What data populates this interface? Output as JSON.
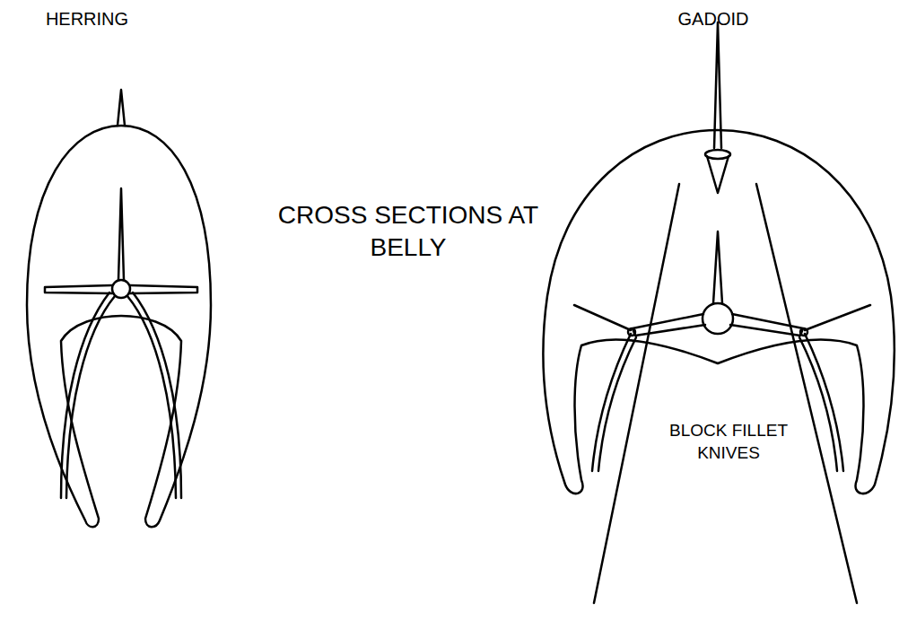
{
  "diagram": {
    "labels": [
      "HERRING",
      "GADOID",
      "CROSS SECTIONS AT BELLY",
      "BLOCK FILLET KNIVES"
    ]
  }
}
